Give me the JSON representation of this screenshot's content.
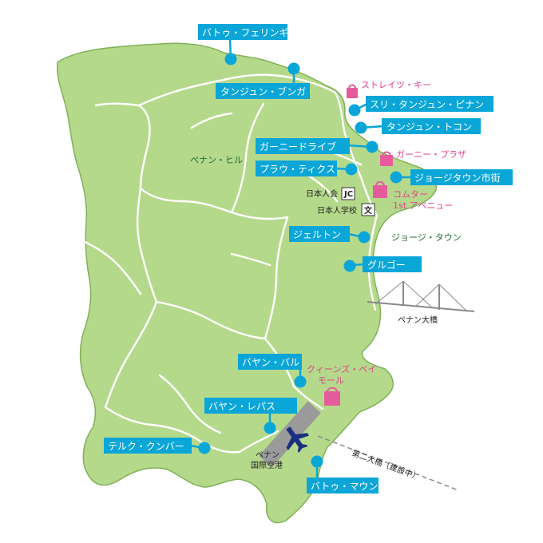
{
  "colors": {
    "land": "#b5d98b",
    "land_edge": "#7fb257",
    "road": "#ffffff",
    "label_bg": "#0aa6d8",
    "label_text": "#ffffff",
    "marker": "#0aa6d8",
    "mall": "#e55b9c",
    "mall_text": "#e03f8e",
    "region_text": "#1f6b3a",
    "bridge": "#8a8a8a",
    "runway": "#9a9a9a",
    "airplane": "#1b2f80"
  },
  "places": [
    {
      "id": "batu-ferringhi",
      "label": "バトゥ・フェリンギ"
    },
    {
      "id": "tanjung-bungah",
      "label": "タンジュン・ブンガ"
    },
    {
      "id": "sri-tanjung-pinang",
      "label": "スリ・タンジュン・ピナン"
    },
    {
      "id": "tanjung-tokong",
      "label": "タンジュン・トコン"
    },
    {
      "id": "gurney-drive",
      "label": "ガーニードライブ"
    },
    {
      "id": "pulau-tikus",
      "label": "プラウ・ティクス"
    },
    {
      "id": "georgetown-city",
      "label": "ジョージタウン市街"
    },
    {
      "id": "jelutong",
      "label": "ジェルトン"
    },
    {
      "id": "gelugor",
      "label": "グルゴー"
    },
    {
      "id": "bayan-baru",
      "label": "バヤン・バル"
    },
    {
      "id": "bayan-lepas",
      "label": "バヤン・レパス"
    },
    {
      "id": "teluk-kumbar",
      "label": "テルク・クンバー"
    },
    {
      "id": "batu-maung",
      "label": "バトゥ・マウン"
    }
  ],
  "malls": [
    {
      "id": "straits-quay",
      "label": "ストレイツ・キー",
      "icon": "shopping-bag-icon"
    },
    {
      "id": "gurney-plaza",
      "label": "ガーニー・プラザ",
      "icon": "shopping-bag-icon"
    },
    {
      "id": "komtar",
      "label_lines": [
        "コムター",
        "1st アベニュー"
      ],
      "icon": "shopping-bag-icon"
    },
    {
      "id": "queensbay-mall",
      "label_lines": [
        "クィーンズ・ベイ",
        "モール"
      ],
      "icon": "shopping-bag-icon"
    }
  ],
  "regions": {
    "penang_hill": "ペナン・ヒル",
    "georgetown": "ジョージ・タウン"
  },
  "facilities": {
    "japanese_assoc_label": "日本人会",
    "japanese_assoc_icon": "JC",
    "japanese_school_label": "日本人学校",
    "japanese_school_icon": "文"
  },
  "bridges": {
    "penang_bridge": "ペナン大橋",
    "second_bridge": "第二大橋（建設中）"
  },
  "airport": {
    "label_lines": [
      "ペナン",
      "国際空港"
    ],
    "icon": "airplane-icon"
  }
}
